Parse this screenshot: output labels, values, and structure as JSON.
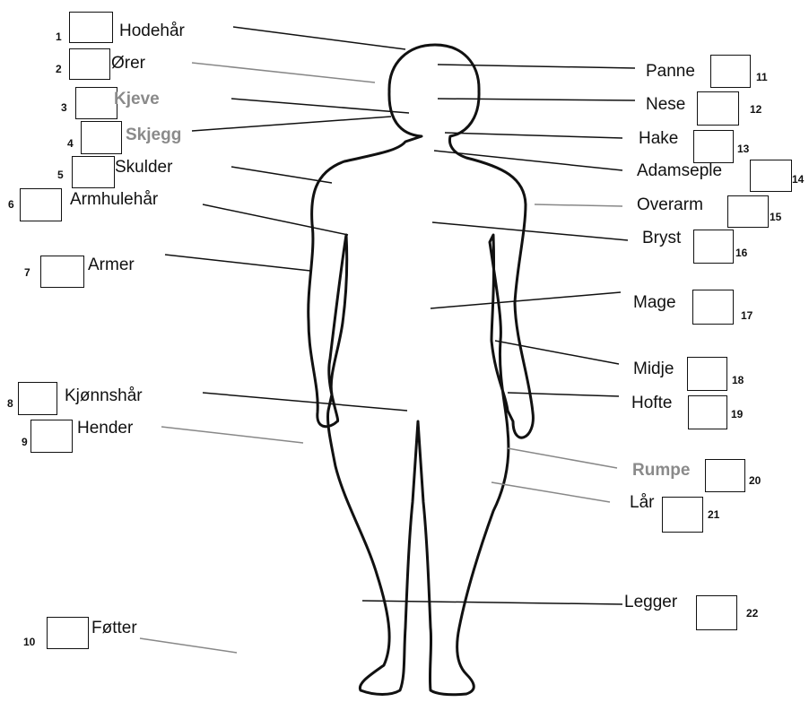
{
  "labels": {
    "hodehar": "Hodehår",
    "orer": "Ører",
    "kjeve": "Kjeve",
    "skjegg": "Skjegg",
    "skulder": "Skulder",
    "armhulehar": "Armhulehår",
    "armer": "Armer",
    "kjonnshar": "Kjønnshår",
    "hender": "Hender",
    "fotter": "Føtter",
    "panne": "Panne",
    "nese": "Nese",
    "hake": "Hake",
    "adamseple": "Adamseple",
    "overarm": "Overarm",
    "bryst": "Bryst",
    "mage": "Mage",
    "midje": "Midje",
    "hofte": "Hofte",
    "rumpe": "Rumpe",
    "lar": "Lår",
    "legger": "Legger"
  },
  "numbers": {
    "n1": "1",
    "n2": "2",
    "n3": "3",
    "n4": "4",
    "n5": "5",
    "n6": "6",
    "n7": "7",
    "n8": "8",
    "n9": "9",
    "n10": "10",
    "n11": "11",
    "n12": "12",
    "n13": "13",
    "n14": "14",
    "n15": "15",
    "n16": "16",
    "n17": "17",
    "n18": "18",
    "n19": "19",
    "n20": "20",
    "n21": "21",
    "n22": "22"
  },
  "colors": {
    "ink": "#111111",
    "gray_label": "#8a8a8a",
    "gray_line": "#888888"
  }
}
